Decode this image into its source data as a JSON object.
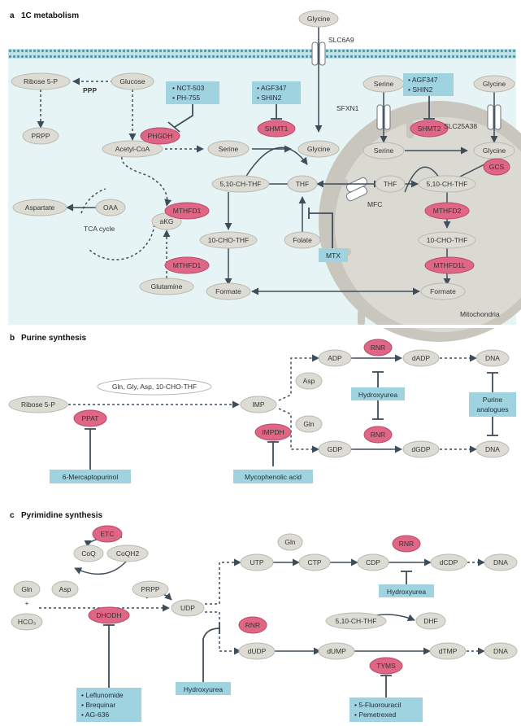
{
  "panels": {
    "a": {
      "letter": "a",
      "title": "1C metabolism"
    },
    "b": {
      "letter": "b",
      "title": "Purine synthesis"
    },
    "c": {
      "letter": "c",
      "title": "Pyrimidine synthesis"
    }
  },
  "colors": {
    "metabolite": "#dcdcd4",
    "enzyme": "#e06686",
    "inhibitor": "#9fd3df",
    "cell": "#e7f4f5",
    "membrane": "#a8d8de",
    "mitochondrion": "#c9c6bd"
  },
  "nodes": {
    "a_glycine_out": "Glycine",
    "a_glucose": "Glucose",
    "a_ribose5p": "Ribose 5-P",
    "a_prpp": "PRPP",
    "a_phgdh": "PHGDH",
    "a_serine": "Serine",
    "a_shmt1": "SHMT1",
    "a_glycine": "Glycine",
    "a_acetylcoa": "Acetyl-CoA",
    "a_oaa": "OAA",
    "a_aspartate": "Aspartate",
    "a_akg": "aKG",
    "a_glutamine": "Glutamine",
    "a_ch_thf": "5,10-CH-THF",
    "a_thf": "THF",
    "a_mthfd1_1": "MTHFD1",
    "a_cho_thf": "10-CHO-THF",
    "a_folate": "Folate",
    "a_mthfd1_2": "MTHFD1",
    "a_formate": "Formate",
    "a_m_serine_top": "Serine",
    "a_m_glycine_top": "Glycine",
    "a_m_shmt2": "SHMT2",
    "a_m_serine": "Serine",
    "a_m_glycine": "Glycine",
    "a_m_gcs": "GCS",
    "a_m_thf": "THF",
    "a_m_ch_thf": "5,10-CH-THF",
    "a_m_mthfd2": "MTHFD2",
    "a_m_cho_thf": "10-CHO-THF",
    "a_m_mthfd1l": "MTHFD1L",
    "a_m_formate": "Formate",
    "b_ribose5p": "Ribose 5-P",
    "b_ppat": "PPAT",
    "b_imp": "IMP",
    "b_adp": "ADP",
    "b_asp": "Asp",
    "b_gln": "Gln",
    "b_gdp": "GDP",
    "b_impdh": "IMPDH",
    "b_rnr1": "RNR",
    "b_rnr2": "RNR",
    "b_dadp": "dADP",
    "b_dgdp": "dGDP",
    "b_dna1": "DNA",
    "b_dna2": "DNA",
    "c_etc": "ETC",
    "c_coq": "CoQ",
    "c_coqh2": "CoQH2",
    "c_gln": "Gln",
    "c_plus": "+",
    "c_hco3": "HCO₃",
    "c_asp": "Asp",
    "c_dhodh": "DHODH",
    "c_prpp": "PRPP",
    "c_udp": "UDP",
    "c_gln2": "Gln",
    "c_utp": "UTP",
    "c_ctp": "CTP",
    "c_cdp": "CDP",
    "c_rnr1": "RNR",
    "c_dcdp": "dCDP",
    "c_dna1": "DNA",
    "c_rnr2": "RNR",
    "c_ch_thf": "5,10-CH-THF",
    "c_dhf": "DHF",
    "c_dudp": "dUDP",
    "c_dump": "dUMP",
    "c_dtmp": "dTMP",
    "c_tyms": "TYMS",
    "c_dna2": "DNA"
  },
  "inhibitors": {
    "a_phgdh_inh": [
      "NCT-503",
      "PH-755"
    ],
    "a_shmt1_inh": [
      "AGF347",
      "SHIN2"
    ],
    "a_shmt2_inh": [
      "AGF347",
      "SHIN2"
    ],
    "a_mtx": [
      "MTX"
    ],
    "b_6mp": [
      "6-Mercaptopurinol"
    ],
    "b_myco": [
      "Mycophenolic acid"
    ],
    "b_hydroxyurea": [
      "Hydroxyurea"
    ],
    "b_purine_analogues": [
      "Purine",
      "analogues"
    ],
    "c_dhodh_inh": [
      "Leflunomide",
      "Brequinar",
      "AG-636"
    ],
    "c_hydroxyurea1": [
      "Hydroxyurea"
    ],
    "c_hydroxyurea2": [
      "Hydroxyurea"
    ],
    "c_tyms_inh": [
      "5-Fluorouracil",
      "Pemetrexed"
    ]
  },
  "labels": {
    "slc6a9": "SLC6A9",
    "ppp": "PPP",
    "sfxn1": "SFXN1",
    "slc25a38": "SLC25A38",
    "tca_cycle": "TCA cycle",
    "mfc": "MFC",
    "mitochondria": "Mitochondria",
    "b_mid": "Gln, Gly, Asp, 10-CHO-THF"
  }
}
